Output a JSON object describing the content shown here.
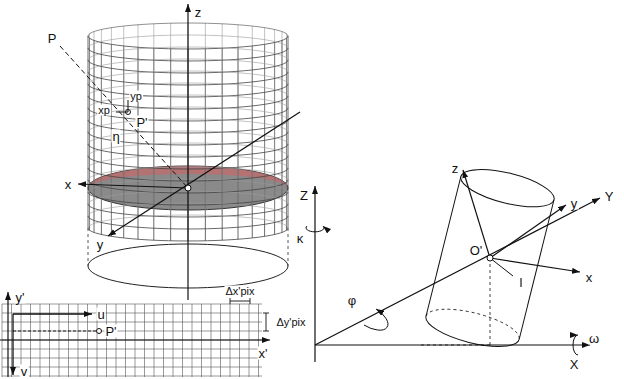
{
  "diagram": {
    "labels": [
      "P",
      "z",
      "xp",
      "yp",
      "P'",
      "η",
      "x",
      "y",
      "y'",
      "u",
      "Δx'pix",
      "Δy'pix",
      "P'",
      "x'",
      "v",
      "Z",
      "κ",
      "z",
      "y",
      "O'",
      "Y",
      "x",
      "φ",
      "l",
      "ω",
      "X"
    ]
  }
}
